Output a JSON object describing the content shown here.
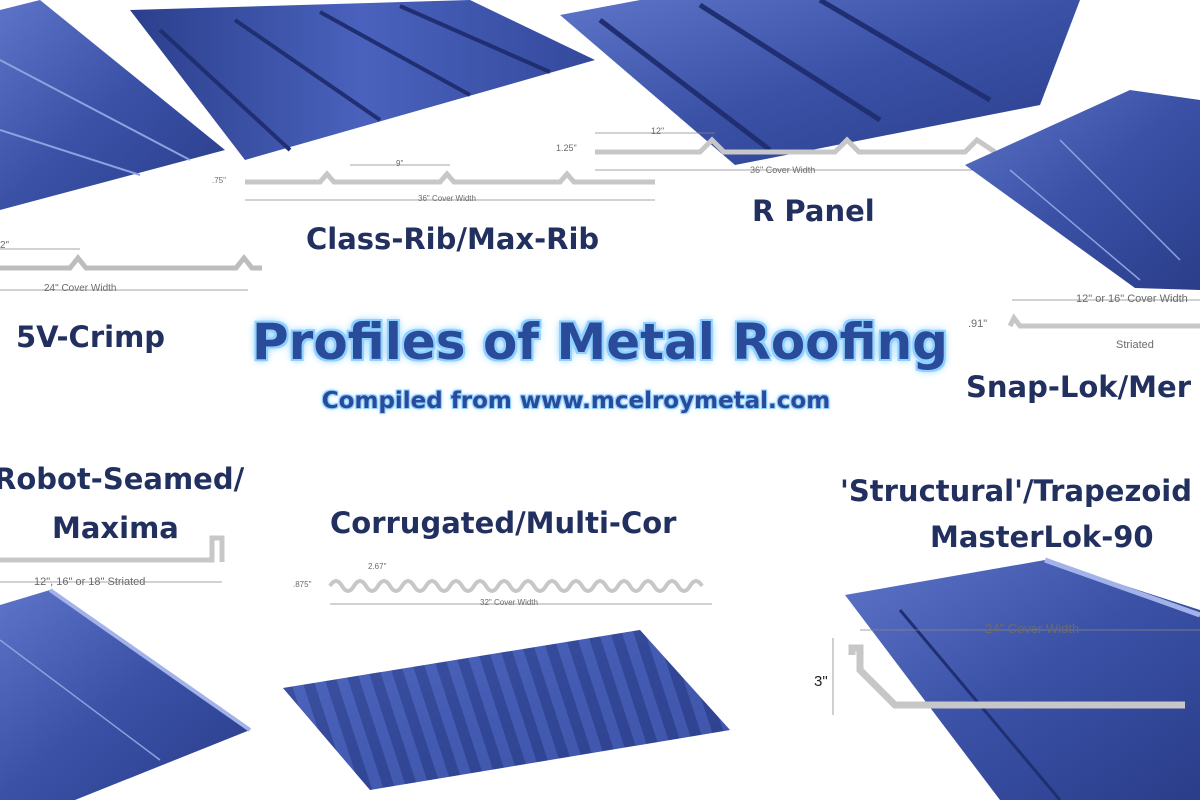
{
  "title": "Profiles of Metal Roofing",
  "subtitle": "Compiled from www.mcelroymetal.com",
  "colors": {
    "panel": "#3d54a8",
    "panel_dark": "#22337a",
    "panel_light": "#6f86d6",
    "label": "#22305f",
    "title": "#2a4a9a",
    "title_glow": "#8fd0ff",
    "dim": "#6b6b6b",
    "profile_fill": "#e8e8e8"
  },
  "panels": [
    {
      "id": "5v-crimp",
      "label": "5V-Crimp",
      "dims": [
        "2\"",
        "24\" Cover Width"
      ]
    },
    {
      "id": "class-rib",
      "label": "Class-Rib/Max-Rib",
      "dims": [
        ".75\"",
        "9\"",
        "36\" Cover Width"
      ]
    },
    {
      "id": "r-panel",
      "label": "R Panel",
      "dims": [
        "1.25\"",
        "12\"",
        "36\" Cover Width"
      ]
    },
    {
      "id": "snap-lok",
      "label": "Snap-Lok/Mer",
      "dims": [
        ".91\"",
        "12\" or 16\" Cover Width",
        "Striated"
      ]
    },
    {
      "id": "robot-seamed",
      "label_lines": [
        "Robot-Seamed/",
        "Maxima"
      ],
      "dims": [
        "12\", 16\" or 18\" Striated"
      ]
    },
    {
      "id": "corrugated",
      "label": "Corrugated/Multi-Cor",
      "dims": [
        ".875\"",
        "2.67\"",
        "32\" Cover Width"
      ]
    },
    {
      "id": "structural",
      "label_lines": [
        "'Structural'/Trapezoid",
        "MasterLok-90"
      ],
      "dims": [
        "24\" Cover Width",
        "3\""
      ]
    }
  ]
}
